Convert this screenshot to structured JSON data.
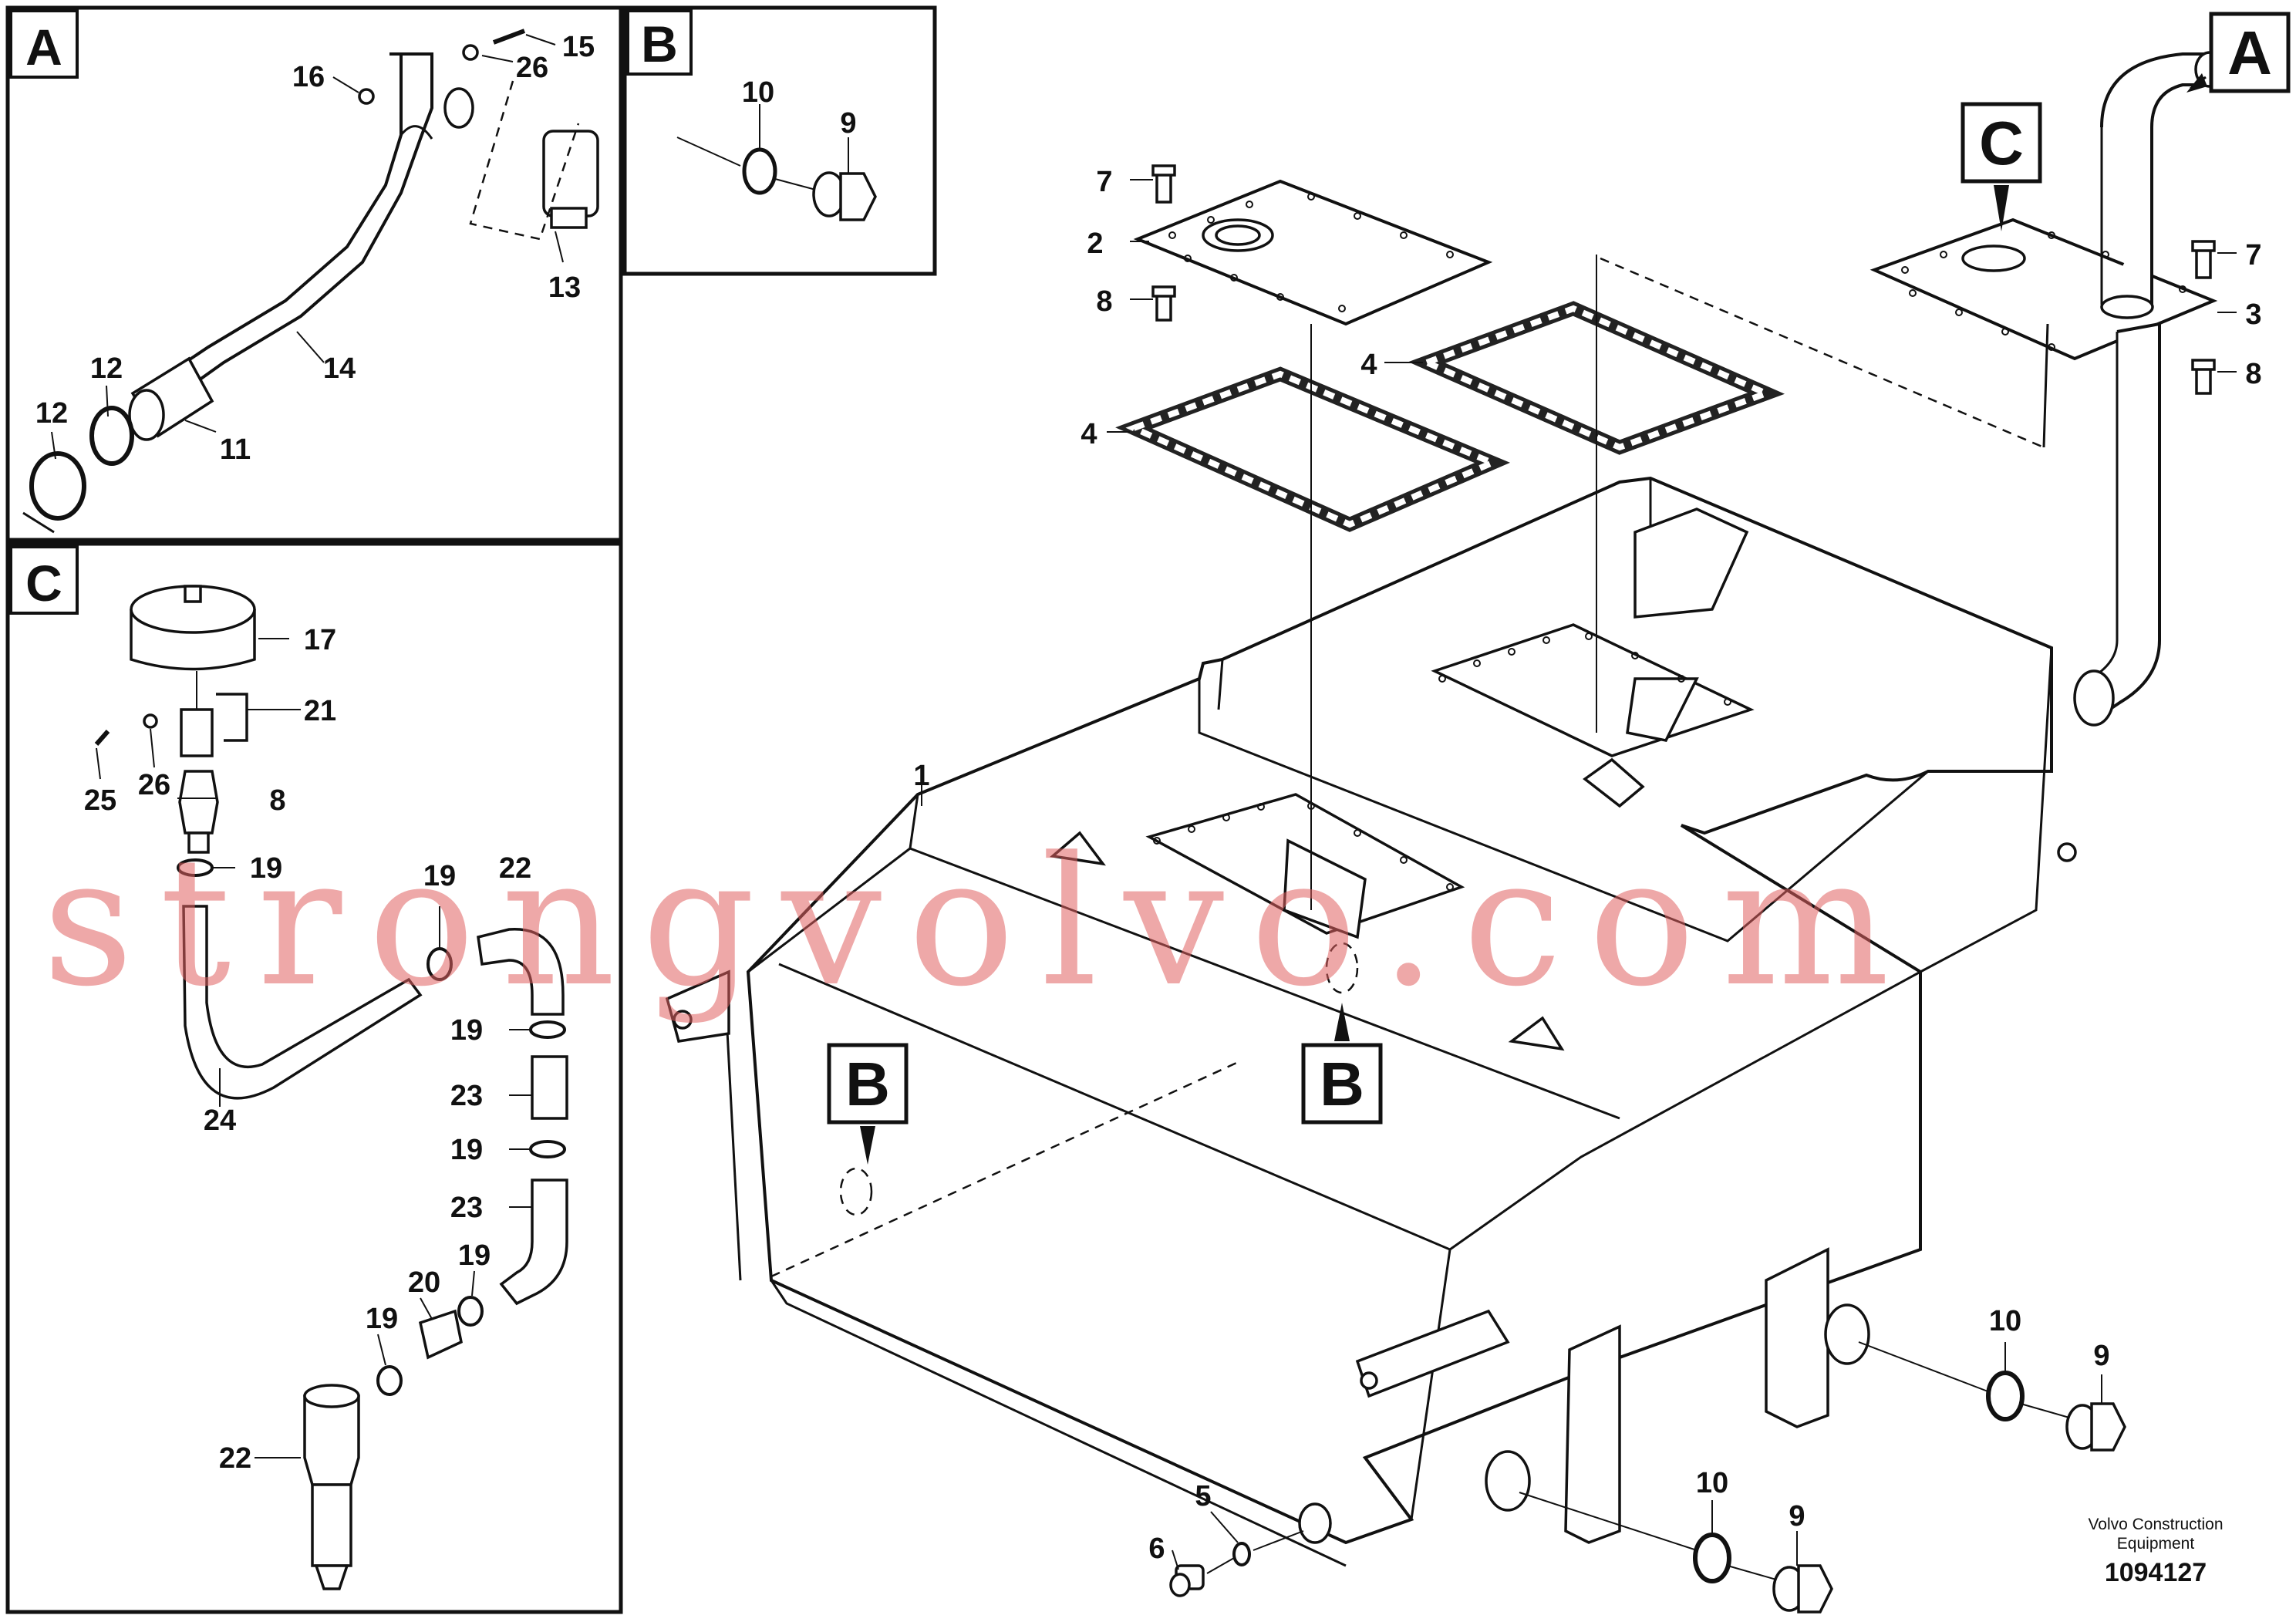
{
  "panels": {
    "A": "A",
    "B": "B",
    "C": "C"
  },
  "main_refs": {
    "A": "A",
    "B1": "B",
    "B2": "B",
    "C": "C"
  },
  "callouts": {
    "a16": "16",
    "a26": "26",
    "a15": "15",
    "a13": "13",
    "a14": "14",
    "a12a": "12",
    "a12b": "12",
    "a11": "11",
    "b10": "10",
    "b9": "9",
    "c17": "17",
    "c21": "21",
    "c25": "25",
    "c26": "26",
    "c8": "8",
    "c19a": "19",
    "c19b": "19",
    "c22top": "22",
    "c24": "24",
    "c19c": "19",
    "c23a": "23",
    "c19d": "19",
    "c23b": "23",
    "c19e": "19",
    "c20": "20",
    "c19f": "19",
    "c22": "22",
    "m1": "1",
    "m2": "2",
    "m7a": "7",
    "m8a": "8",
    "m4a": "4",
    "m4b": "4",
    "m7b": "7",
    "m3": "3",
    "m8b": "8",
    "m10a": "10",
    "m9a": "9",
    "m10b": "10",
    "m9b": "9",
    "m5": "5",
    "m6": "6"
  },
  "footer": {
    "manufacturer_line1": "Volvo Construction",
    "manufacturer_line2": "Equipment",
    "doc_number": "1094127"
  },
  "watermark": "strongvolvo.com"
}
